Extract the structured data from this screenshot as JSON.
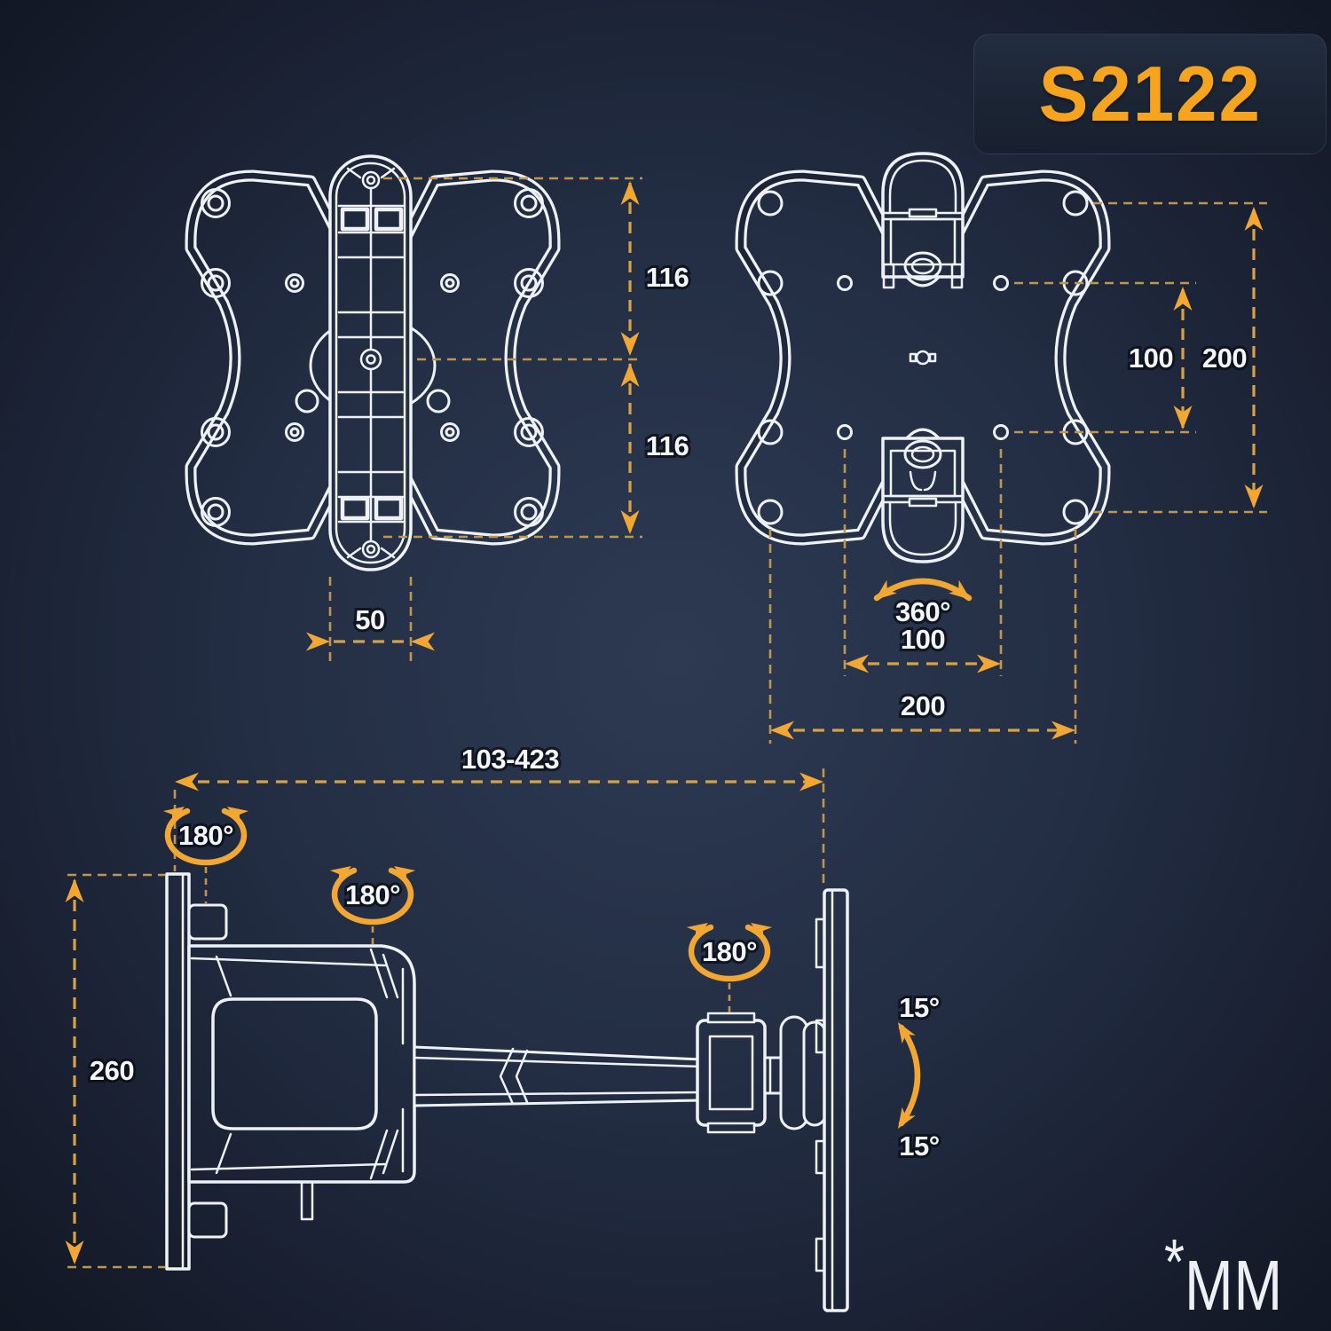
{
  "badge": {
    "model": "S2122"
  },
  "units": {
    "asterisk": "*",
    "label": "MM"
  },
  "front_view": {
    "dim_upper": "116",
    "dim_lower": "116",
    "dim_width": "50"
  },
  "back_view": {
    "dim_inner_vertical": "100",
    "dim_outer_vertical": "200",
    "rotation": "360°",
    "dim_inner_horizontal": "100",
    "dim_outer_horizontal": "200"
  },
  "side_view": {
    "dim_extension": "103-423",
    "swivel_wall": "180°",
    "swivel_arm": "180°",
    "swivel_head": "180°",
    "dim_height": "260",
    "tilt_up": "15°",
    "tilt_down": "15°"
  },
  "colors": {
    "accent_orange": "#F2A733",
    "dim_gold": "#C9A04E",
    "line_white": "#EEF2F6",
    "background_center": "#2D3A52",
    "background_edge": "#111723",
    "badge_fill": "#1B2433",
    "badge_text": "#F6A41F"
  }
}
